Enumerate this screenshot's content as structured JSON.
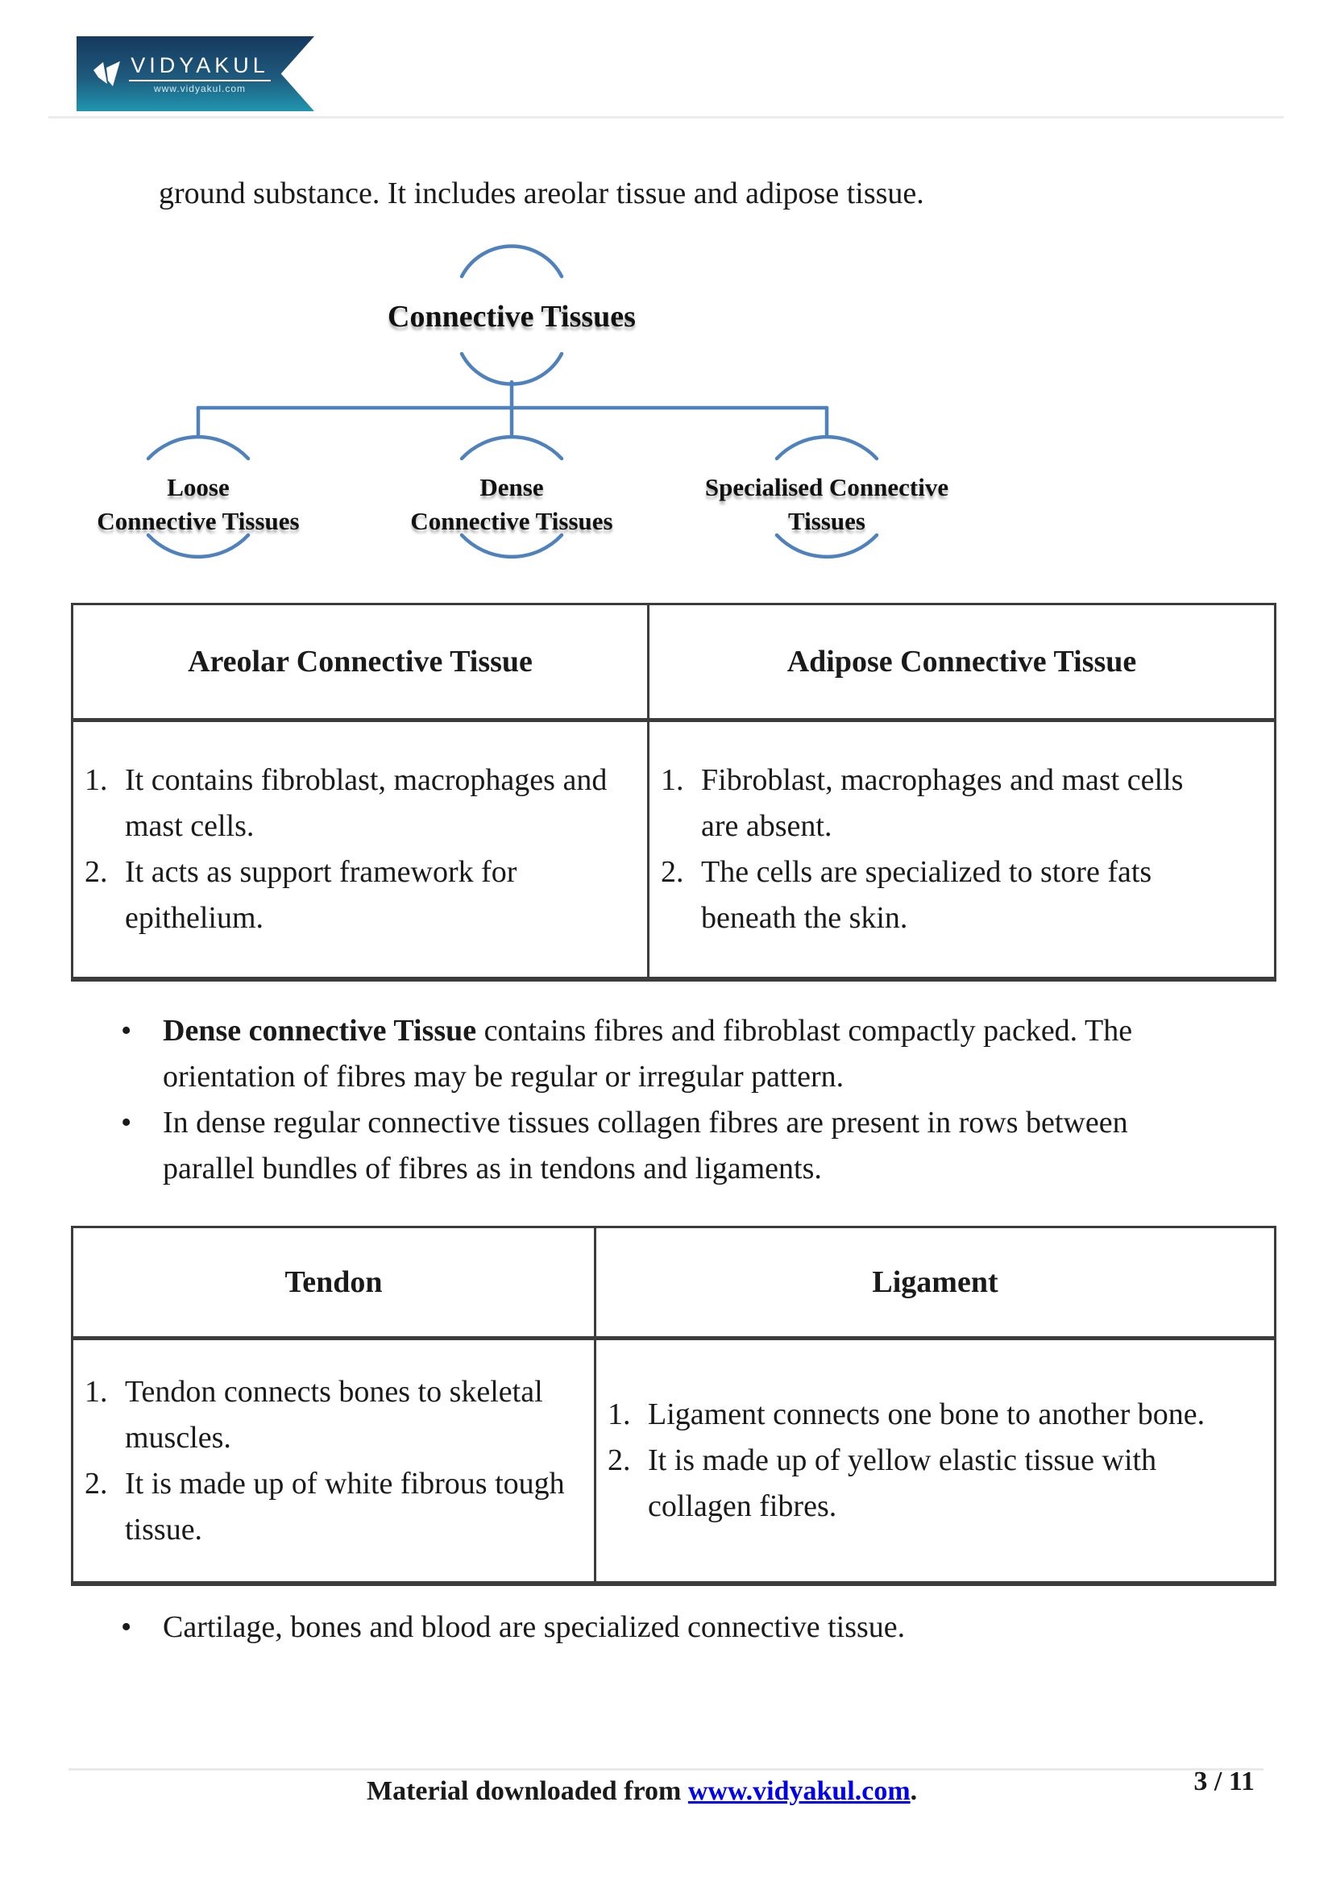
{
  "colors": {
    "diagram_line": "#4f81bd",
    "table_border": "#3c3c3c",
    "link": "#0000ee",
    "banner_top": "#16395e",
    "banner_bottom": "#2096af"
  },
  "header": {
    "logo": {
      "brand": "VIDYAKUL",
      "tagline": "www.vidyakul.com"
    }
  },
  "intro_text": "ground substance. It includes areolar tissue and adipose tissue.",
  "diagram": {
    "root_label": "Connective Tissues",
    "children": [
      {
        "line1": "Loose",
        "line2": "Connective Tissues"
      },
      {
        "line1": "Dense",
        "line2": "Connective Tissues"
      },
      {
        "line1": "Specialised Connective",
        "line2": "Tissues"
      }
    ]
  },
  "table1": {
    "headers": [
      "Areolar Connective Tissue",
      "Adipose Connective Tissue"
    ],
    "col1_items": [
      {
        "n": "1.",
        "lines": [
          "It contains fibroblast, macrophages and",
          "mast cells."
        ]
      },
      {
        "n": "2.",
        "lines": [
          "It acts as support framework for",
          "epithelium."
        ]
      }
    ],
    "col2_items": [
      {
        "n": "1.",
        "lines": [
          "Fibroblast, macrophages and mast cells",
          "are absent."
        ]
      },
      {
        "n": "2.",
        "lines": [
          "The cells are specialized to store fats",
          "beneath the skin."
        ]
      }
    ]
  },
  "bullets": [
    {
      "bullet": "•",
      "lead_bold": "Dense connective Tissue",
      "line1_rest": " contains fibres and fibroblast compactly packed. The",
      "line2": "orientation of fibres may be regular or irregular pattern."
    },
    {
      "bullet": "•",
      "line1": "In dense regular connective tissues collagen fibres are present in rows between",
      "line2": "parallel bundles of fibres as in tendons and ligaments."
    }
  ],
  "table2": {
    "headers": [
      "Tendon",
      "Ligament"
    ],
    "col1_items": [
      {
        "n": "1.",
        "lines": [
          "Tendon connects bones to skeletal",
          "muscles."
        ]
      },
      {
        "n": "2.",
        "lines": [
          "It is made up of white fibrous tough",
          "tissue."
        ]
      }
    ],
    "col2_items": [
      {
        "n": "1.",
        "lines": [
          "Ligament connects one bone to another bone."
        ]
      },
      {
        "n": "2.",
        "lines": [
          "It is made up of yellow elastic tissue with",
          "collagen fibres."
        ]
      }
    ]
  },
  "final_bullet": {
    "bullet": "•",
    "text": "Cartilage, bones and blood are specialized connective tissue."
  },
  "footer": {
    "text": "Material downloaded from ",
    "link": "www.vidyakul.com",
    "suffix": ".",
    "page": "3 / 11"
  }
}
